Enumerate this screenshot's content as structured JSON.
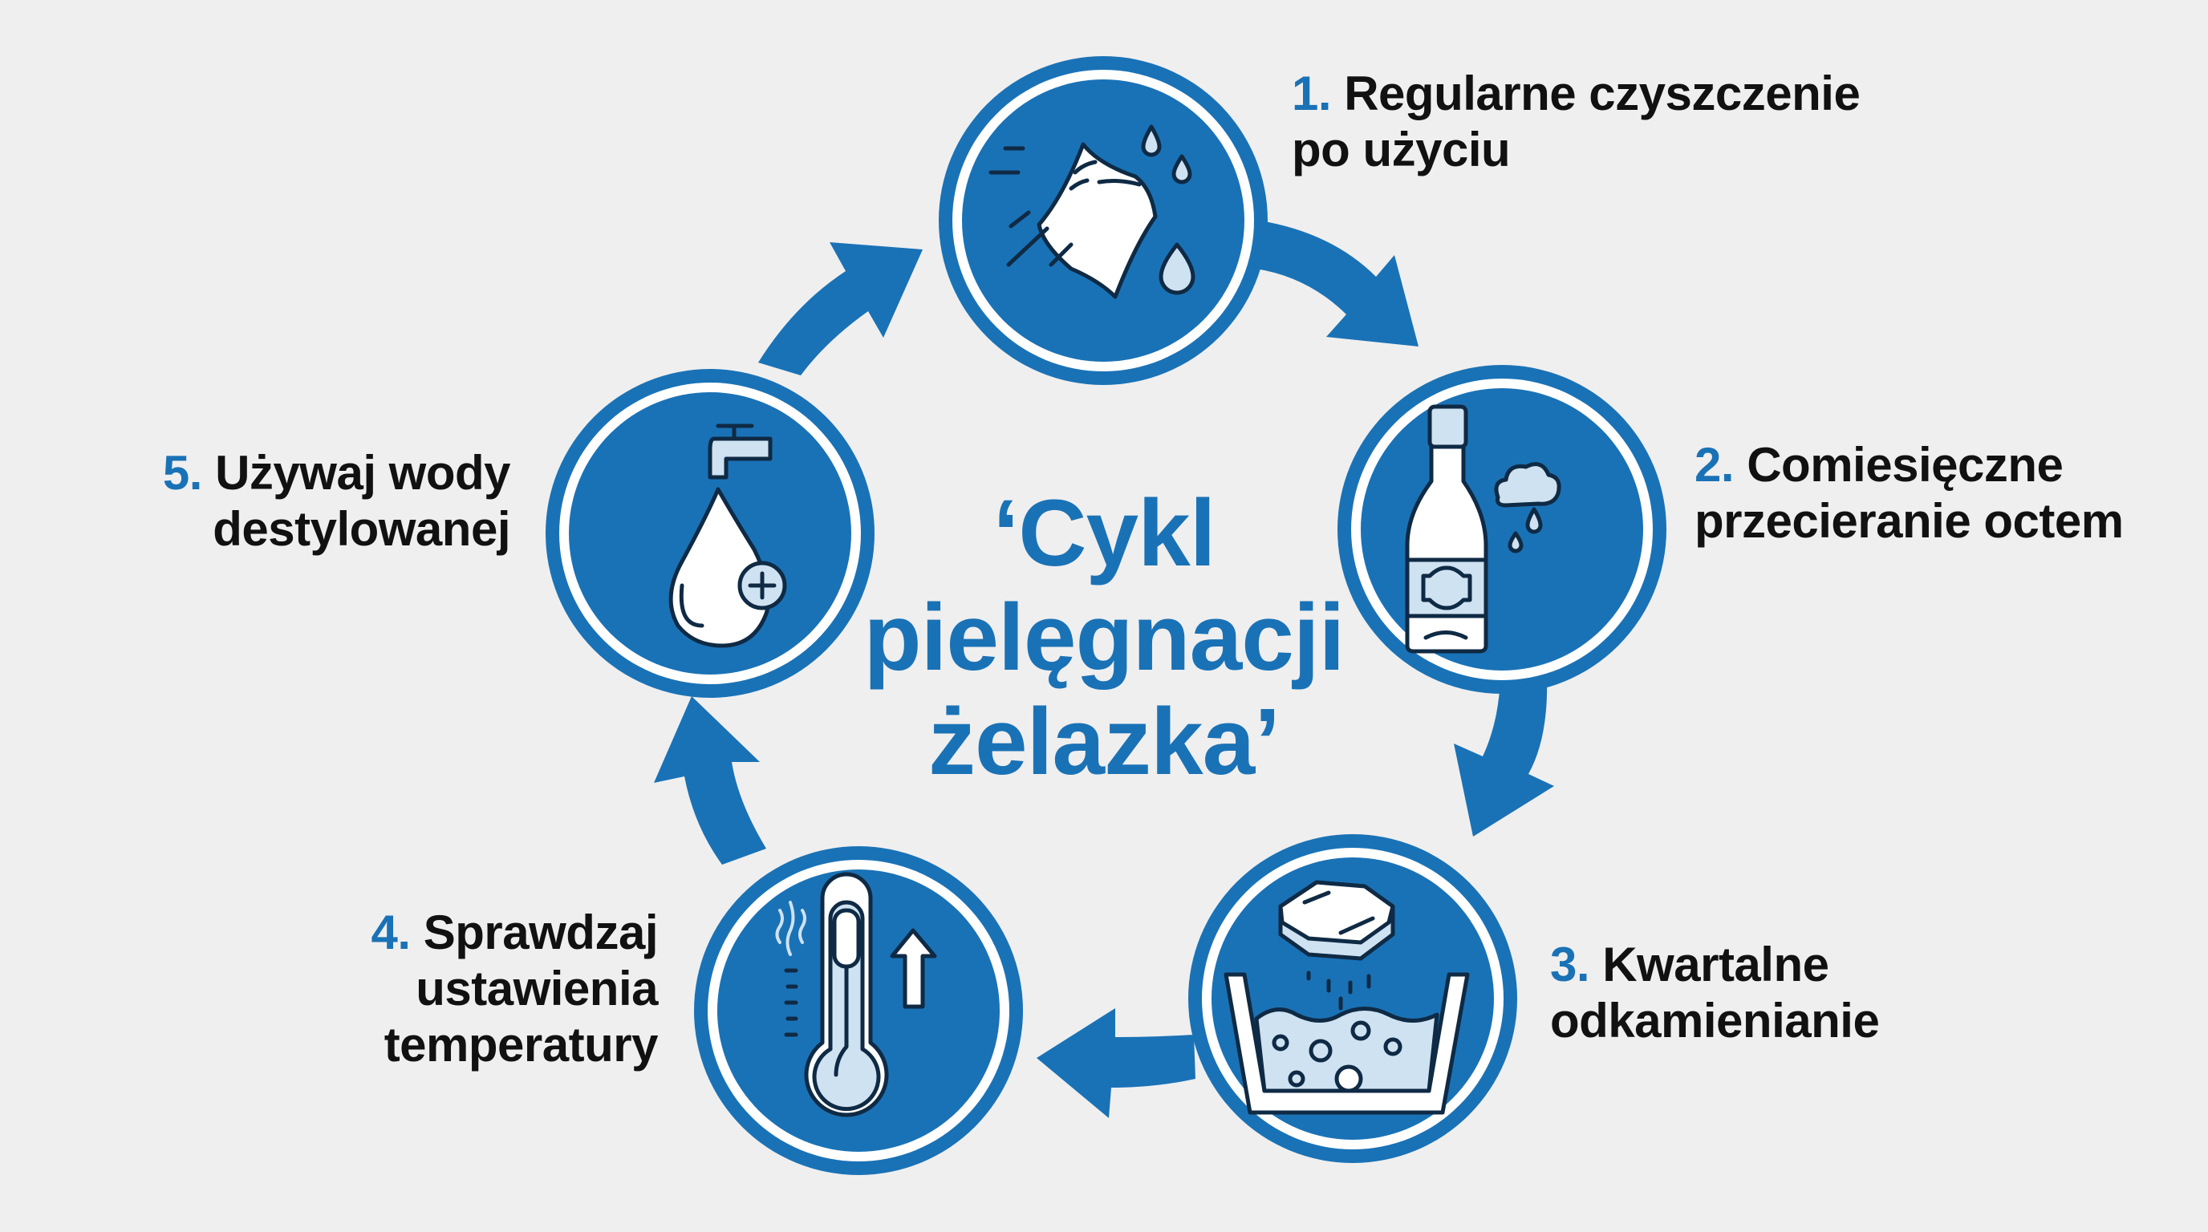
{
  "title": {
    "lines": [
      "‘Cykl",
      "pielęgnacji",
      "żelazka’"
    ]
  },
  "colors": {
    "background": "#efefef",
    "accent": "#1a72b6",
    "icon_light": "#cfe2f1",
    "outline": "#0f2a44",
    "text": "#111111"
  },
  "steps": [
    {
      "number": "1.",
      "line1": "Regularne czyszczenie",
      "line2": "po użyciu",
      "line3": "",
      "icon": "cloth-wipe-icon"
    },
    {
      "number": "2.",
      "line1": "Comiesięczne",
      "line2": "przecieranie octem",
      "line3": "",
      "icon": "vinegar-bottle-icon"
    },
    {
      "number": "3.",
      "line1": "Kwartalne",
      "line2": "odkamienianie",
      "line3": "",
      "icon": "descaling-tablet-icon"
    },
    {
      "number": "4.",
      "line1": "Sprawdzaj",
      "line2": "ustawienia",
      "line3": "temperatury",
      "icon": "thermometer-icon"
    },
    {
      "number": "5.",
      "line1": "Używaj wody",
      "line2": "destylowanej",
      "line3": "",
      "icon": "distilled-water-icon"
    }
  ]
}
